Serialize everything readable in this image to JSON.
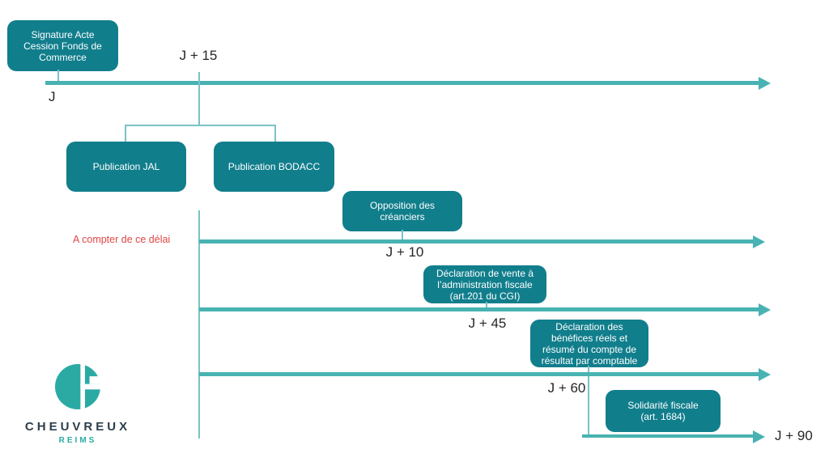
{
  "diagram": {
    "boxes": {
      "signature": {
        "lines": [
          "Signature Acte",
          "Cession Fonds de",
          "Commerce"
        ]
      },
      "publication_jal": {
        "label": "Publication JAL"
      },
      "publication_bodacc": {
        "label": "Publication BODACC"
      },
      "opposition": {
        "lines": [
          "Opposition des",
          "créanciers"
        ]
      },
      "declaration_vente": {
        "lines": [
          "Déclaration de vente à",
          "l’administration fiscale",
          "(art.201 du CGI)"
        ]
      },
      "declaration_benefices": {
        "lines": [
          "Déclaration des",
          "bénéfices réels et",
          "résumé du compte de",
          "résultat par comptable"
        ]
      },
      "solidarite_fiscale": {
        "lines": [
          "Solidarité fiscale",
          "(art. 1684)"
        ]
      }
    },
    "timeline_labels": {
      "j": "J",
      "j15": "J + 15",
      "j10": "J + 10",
      "j45": "J + 45",
      "j60": "J + 60",
      "j90": "J + 90"
    },
    "note": "A compter de ce délai",
    "colors": {
      "box_teal": "#117e8c",
      "arrow_teal": "#49b2b2",
      "connector_teal": "#7ac2c6",
      "label_dark": "#262626",
      "note_red": "#e04646",
      "logo_teal": "#2baaa4",
      "logo_text": "#2d3e4a"
    }
  },
  "logo": {
    "name": "CHEUVREUX",
    "city": "REIMS"
  }
}
